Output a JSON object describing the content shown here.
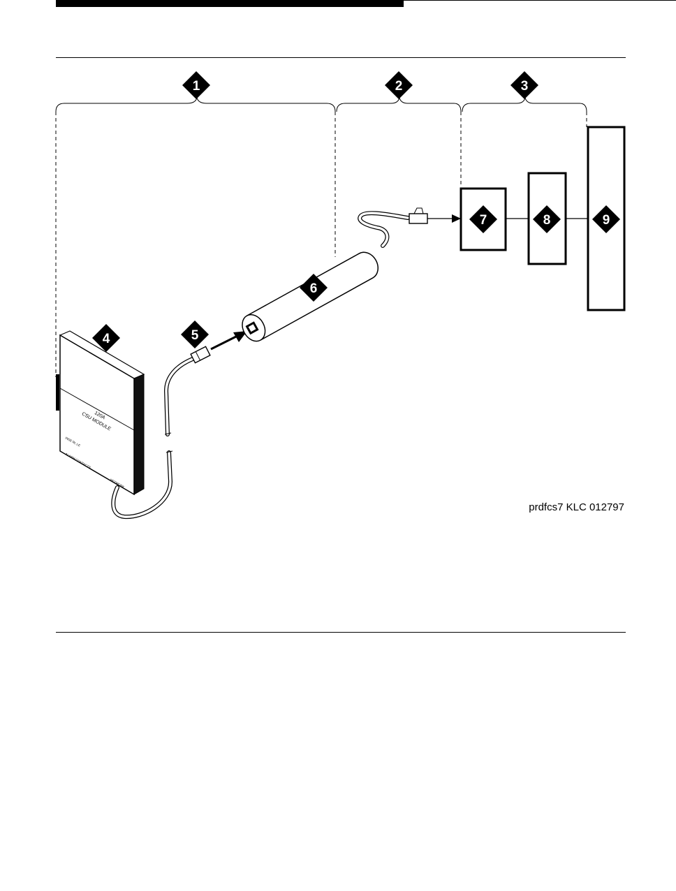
{
  "header": {
    "rule_color": "#000000"
  },
  "callouts": {
    "c1": "1",
    "c2": "2",
    "c3": "3",
    "c4": "4",
    "c5": "5",
    "c6": "6",
    "c7": "7",
    "c8": "8",
    "c9": "9"
  },
  "module": {
    "model": "120A",
    "name": "CSU MODULE",
    "label_line": "INSE RL LE",
    "alarm_label": "ALARM CONTACTS",
    "network_label": "NETWORK"
  },
  "credit": "prdfcs7 KLC 012797",
  "icons": {
    "callout_marker": "diamond-callout-icon",
    "arrow": "arrow-right-icon"
  }
}
